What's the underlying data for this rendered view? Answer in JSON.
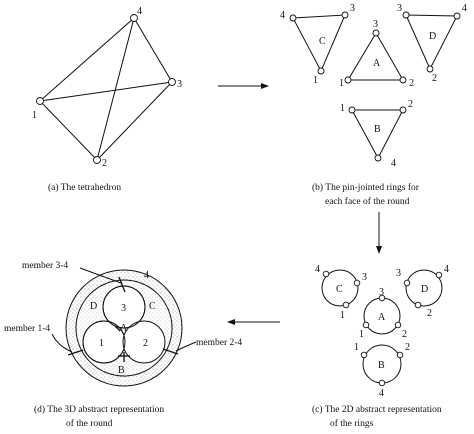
{
  "tetrahedron": {
    "vertex_labels": [
      "4",
      "3",
      "1",
      "2"
    ],
    "caption": "(a) The tetrahedron"
  },
  "rings_b": {
    "triangles": [
      {
        "letter": "C",
        "labels": [
          "4",
          "3",
          "1"
        ]
      },
      {
        "letter": "A",
        "labels": [
          "3",
          "1",
          "2"
        ]
      },
      {
        "letter": "D",
        "labels": [
          "3",
          "4",
          "2"
        ]
      },
      {
        "letter": "B",
        "labels": [
          "1",
          "2",
          "4"
        ]
      }
    ],
    "caption_line1": "(b) The pin-jointed rings for",
    "caption_line2": "each face of the round"
  },
  "rings_c": {
    "rings": [
      {
        "letter": "C",
        "labels": [
          "4",
          "3",
          "1"
        ]
      },
      {
        "letter": "A",
        "labels": [
          "3",
          "1",
          "2"
        ]
      },
      {
        "letter": "D",
        "labels": [
          "3",
          "4",
          "2"
        ]
      },
      {
        "letter": "B",
        "labels": [
          "1",
          "2",
          "4"
        ]
      }
    ],
    "caption_line1": "(c) The 2D abstract representation",
    "caption_line2": "of the rings"
  },
  "round_d": {
    "inner_numbers": [
      "3",
      "1",
      "2"
    ],
    "face_letters": [
      "D",
      "C",
      "A",
      "B"
    ],
    "outer_number": "4",
    "member_labels": [
      "member 3-4",
      "member 1-4",
      "member 2-4"
    ],
    "caption_line1": "(d) The 3D abstract representation",
    "caption_line2": "of the round"
  }
}
